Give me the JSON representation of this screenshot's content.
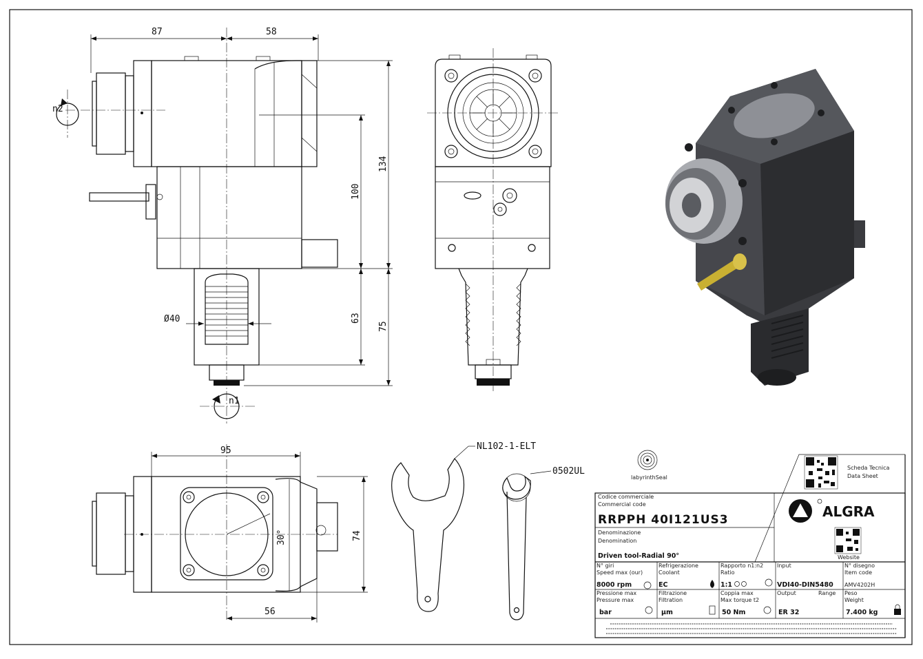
{
  "dimensions": {
    "d87": "87",
    "d58": "58",
    "d134": "134",
    "d100": "100",
    "d63": "63",
    "d75": "75",
    "d40": "Ø40",
    "d95": "95",
    "d74": "74",
    "d56": "56",
    "d30": "30°"
  },
  "rotation_labels": {
    "n2": "n2",
    "n1": "n1"
  },
  "callouts": {
    "wrench": "NL102-1-ELT",
    "ring": "0502UL"
  },
  "seal_logo": "labyrinthSeal",
  "title_block": {
    "scheda_it": "Scheda Tecnica",
    "scheda_en": "Data Sheet",
    "website": "Website",
    "brand": "ALGRA",
    "codice_it": "Codice commerciale",
    "codice_en": "Commercial code",
    "code": "RRPPH 40I121US3",
    "denom_it": "Denominazione",
    "denom_en": "Denomination",
    "denomination": "Driven tool-Radial 90°",
    "cells": [
      {
        "l1": "N° giri",
        "l2": "Speed max (our)",
        "value": "8000 rpm"
      },
      {
        "l1": "Refrigerazione",
        "l2": "Coolant",
        "value": "EC"
      },
      {
        "l1": "Rapporto n1:n2",
        "l2": "Ratio",
        "value": "1:1"
      },
      {
        "l1": "Input",
        "l2": "",
        "value": "VDI40-DIN5480"
      },
      {
        "l1": "N° disegno",
        "l2": "Item code",
        "value": "AMV4202H"
      },
      {
        "l1": "Pressione max",
        "l2": "Pressure max",
        "value": "bar"
      },
      {
        "l1": "Filtrazione",
        "l2": "Filtration",
        "value": "µm"
      },
      {
        "l1": "Coppia max",
        "l2": "Max torque t2",
        "value": "50 Nm"
      },
      {
        "l1": "Output",
        "l2": "Range",
        "value": "ER 32"
      },
      {
        "l1": "Peso",
        "l2": "Weight",
        "value": "7.400 kg"
      }
    ]
  },
  "colors": {
    "line": "#111111",
    "body_dark": "#3a3b3f",
    "body_mid": "#55575c",
    "coolant_pipe": "#c9b032",
    "logo_fill": "#111111"
  }
}
